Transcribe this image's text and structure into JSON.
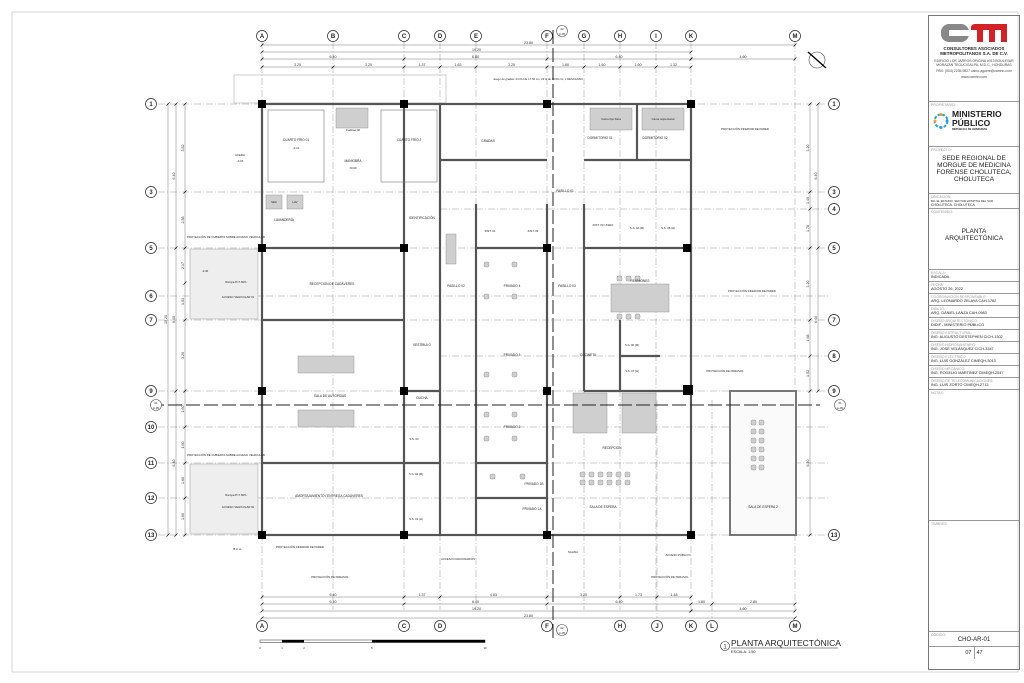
{
  "grid": {
    "top_columns": [
      "A",
      "B",
      "C",
      "D",
      "E",
      "F",
      "G",
      "H",
      "I",
      "K",
      "M"
    ],
    "bottom_columns": [
      "A",
      "C",
      "D",
      "F",
      "H",
      "J",
      "K",
      "L",
      "M"
    ],
    "left_rows": [
      "1",
      "3",
      "5",
      "6",
      "7",
      "9",
      "10",
      "11",
      "12",
      "13"
    ],
    "right_rows": [
      "1",
      "3",
      "4",
      "5",
      "7",
      "8",
      "9",
      "13"
    ]
  },
  "dimensions": {
    "top_total": "23.80",
    "top_19": "19.20",
    "top_b": "6.40",
    "top_e": "6.80",
    "top_h": "6.40",
    "top_m": "4.60",
    "top_segments": [
      "3.20",
      "3.20",
      "1.37",
      "1.63",
      "3.20",
      "1.60",
      "1.60",
      "1.60",
      "1.32"
    ],
    "bottom_segments": [
      "6.40",
      "1.37",
      "4.83",
      "3.20",
      "1.73",
      "1.48"
    ],
    "bottom_row2": [
      "6.40",
      "6.40",
      "6.40",
      "1.80",
      "2.80"
    ],
    "bottom_19": "19.20",
    "bottom_460": "4.60",
    "bottom_total": "23.80",
    "left_segments": [
      "3.82",
      "2.58",
      "2.17",
      "1.03",
      "3.20",
      "1.60",
      "1.60",
      "1.60",
      "1.60"
    ],
    "left_outer": [
      "6.40",
      "6.40",
      "6.40"
    ],
    "left_total": "19.20",
    "right_segments": [
      "3.20",
      "1.40",
      "1.78",
      "3.20",
      "1.68",
      "1.52",
      "6.40"
    ],
    "right_outer": [
      "6.40",
      "6.40"
    ]
  },
  "section_markers": {
    "top": "02",
    "bottom": "02",
    "left": "01",
    "right": "01",
    "sheet": "A-05"
  },
  "rooms": {
    "cuarto_frio_1": "CUARTO FRÍO 01",
    "cuarto_frio_2": "CUARTO FRÍO 2",
    "cadaver_lift": "Cadáver lift",
    "maniobra": "MANIOBRA",
    "gradas": "GRADAS",
    "dormitorio_1": "DORMITORIO 01",
    "dormitorio_2": "DORMITORIO 02",
    "cama_1": "Cama tipo litera",
    "cama_2": "Cama unipersonal",
    "pasillo_1": "PASILLO 01",
    "lavanderia": "LAVANDERÍA",
    "sec": "SEC",
    "lav": "LAV",
    "identificacion": "IDENTIFICACIÓN",
    "inst1": "INST. 01",
    "inst2": "INST. 02",
    "inst3": "INST. 03 / ASEO",
    "ss04": "S.S. 04 (M)",
    "ss05": "S.S. 05 (H)",
    "reunion": "REUNIONES",
    "recepcion_cadaveres": "RECEPCIÓN DE CADÁVERES",
    "pasillo_2": "PASILLO 02",
    "privado_4": "PRIVADO 4",
    "pasillo_3": "PASILLO 03",
    "vestibulo": "VESTÍBULO",
    "privado_3": "PRIVADO 3",
    "cocineta": "COCINETA",
    "ss06": "S.S. 06 (M)",
    "ss07": "S.S. 07 (H)",
    "sala_autopsias": "SALA DE AUTOPSIAS",
    "ducha": "DUCHA",
    "ss03": "S.S. 03",
    "privado_2": "PRIVADO 2",
    "recepcion": "RECEPCIÓN",
    "ss02": "S.S. 02 (M)",
    "ss01": "S.S. 01 (H)",
    "privado_1b": "PRIVADO 1B",
    "privado_1a": "PRIVADO 1A",
    "sala_espera": "SALA DE ESPERA",
    "sala_espera_2": "SALA DE ESPERA 2",
    "amortajamiento": "AMORTAJAMIENTO / ENTREGA CADÁVERES"
  },
  "annotations": {
    "juego_gradas": "Juego de gradas: 24 CH de 17.50 cm; 22 H de 30.00 cm; 1 DESCANSO",
    "acera": "ACERA",
    "lvl_m015": "-0.15",
    "lvl_m012": "-0.12",
    "lvl_000": "±0.00",
    "lvl_030": "-0.30",
    "proy_pared": "PROYECCIÓN INFERIOR DE PARED",
    "proy_cubierta": "PROYECCIÓN DE CUBIERTA SOBRE ACCESO VEHICULAR",
    "rampa": "Rampa P=7.60%",
    "acceso_veh_1": "ACCESO VEHICULAR 01",
    "acceso_veh_2": "ACCESO VEHICULAR 02",
    "proy_parasol": "PROYECCIÓN DE PARASOL",
    "acceso_func": "ACCESO FUNCIONARIOS",
    "acceso_pub": "ACCESO PÚBLICO",
    "salida": "SALIDA",
    "ball": "B.A.LL."
  },
  "drawing_title": {
    "number": "1",
    "title": "PLANTA ARQUITECTÓNICA",
    "scale": "ESCALA: 1:50"
  },
  "scale_bar": {
    "ticks": [
      "0",
      "1",
      "2",
      "5",
      "10"
    ]
  },
  "title_block": {
    "firm": {
      "name": "CONSULTORES ASOCIADOS METROPOLITANOS S.A. DE C.V.",
      "address": "EDIFICIO LOS JARROS OFICINA #313 BOULEVAR MORAZÁN TEGUCIGALPA, M.D.C., HONDURAS",
      "contact": "PBX: (504) 2235-9827 camo.aguirre@camhn.com",
      "web": "www.camhn.com"
    },
    "owner_label": "PROPIETARIO:",
    "owner_name": "MINISTERIO PÚBLICO",
    "owner_sub": "REPÚBLICA DE HONDURAS",
    "project_label": "PROYECTO:",
    "project": "SEDE REGIONAL DE MORGUE DE MEDICINA FORENSE CHOLUTECA, CHOLUTECA",
    "location_label": "UBICACIÓN:",
    "location_1": "BO. EL ESTADIO, SECTOR HOSPITAL DEL SUR",
    "location_2": "CHOLUTECA, CHOLUTECA",
    "content_label": "CONTENIDO:",
    "content": "PLANTA ARQUITECTÓNICA",
    "fields": [
      {
        "label": "ESCALA:",
        "value": "INDICADA"
      },
      {
        "label": "FECHA:",
        "value": "AGOSTO 26, 2022"
      },
      {
        "label": "COORDINACIÓN RESPONSABLE:",
        "value": "ARQ. LEONARDO ZELAYA CAH-1782"
      },
      {
        "label": "DIBUJÓ:",
        "value": "ARQ. DANIEL LANZA CAH-0983"
      },
      {
        "label": "DISEÑO ARQUITECTÓNICO:",
        "value": "DIDIF - MINISTERIO PÚBLICO"
      },
      {
        "label": "DISEÑO ESTRUCTURAL:",
        "value": "ING. AUGUSTO DESTEPHEN CICH-1302"
      },
      {
        "label": "DISEÑO HIDROSANITARIO:",
        "value": "ING. JOSÉ VELÁSQUEZ CICH-3347"
      },
      {
        "label": "DISEÑO ELÉCTRICO:",
        "value": "ING. LUIS GONZÁLEZ CIMEQH-3013"
      },
      {
        "label": "DISEÑO MECÁNICO:",
        "value": "ING. ROGELIO MARTÍNEZ CIMEQH-2547"
      },
      {
        "label": "DISEÑO DE TELECOMUNICACIONES:",
        "value": "ING. LUIS ZORTO CIMEQH-2713"
      }
    ],
    "notes_label": "NOTAS:",
    "revisions_label": "TIMBRES:",
    "code_label": "CÓDIGO:",
    "code": "CHO-AR-01",
    "sheet": "07",
    "sheets_total": "47"
  }
}
